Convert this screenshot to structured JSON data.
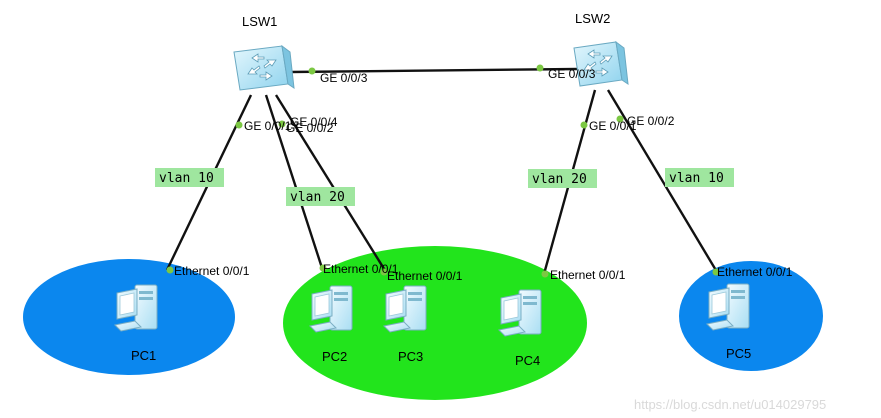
{
  "colors": {
    "link": "#111111",
    "port_dot": "#7cc843",
    "vlan_tag_bg": "#9fe69f",
    "zone_blue": "#0b87ee",
    "zone_green": "#22e41c",
    "switch_body": "#b9e6f7",
    "pc_body": "#cdeefb"
  },
  "switches": [
    {
      "id": "LSW1",
      "label": "LSW1"
    },
    {
      "id": "LSW2",
      "label": "LSW2"
    }
  ],
  "pcs": [
    {
      "id": "PC1",
      "label": "PC1"
    },
    {
      "id": "PC2",
      "label": "PC2"
    },
    {
      "id": "PC3",
      "label": "PC3"
    },
    {
      "id": "PC4",
      "label": "PC4"
    },
    {
      "id": "PC5",
      "label": "PC5"
    }
  ],
  "ports": {
    "lsw1_ge003": "GE 0/0/3",
    "lsw2_ge003": "GE 0/0/3",
    "lsw1_ge001": "GE 0/0/1",
    "lsw1_ge004": "GE 0/0/4",
    "lsw1_ge002": "GE 0/0/2",
    "lsw2_ge001": "GE 0/0/1",
    "lsw2_ge002": "GE 0/0/2",
    "pc1_eth": "Ethernet 0/0/1",
    "pc2_eth": "Ethernet 0/0/1",
    "pc3_eth": "Ethernet 0/0/1",
    "pc4_eth": "Ethernet 0/0/1",
    "pc5_eth": "Ethernet 0/0/1"
  },
  "vlans": {
    "pc1": "vlan 10",
    "pc2": "vlan 20",
    "pc4": "vlan 20",
    "pc5": "vlan 10"
  },
  "links": [
    {
      "from": "LSW1",
      "to": "LSW2",
      "from_port": "GE 0/0/3",
      "to_port": "GE 0/0/3"
    },
    {
      "from": "LSW1",
      "to": "PC1",
      "from_port": "GE 0/0/1",
      "to_port": "Ethernet 0/0/1",
      "vlan": "vlan 10"
    },
    {
      "from": "LSW1",
      "to": "PC2",
      "from_port": "GE 0/0/2",
      "to_port": "Ethernet 0/0/1",
      "vlan": "vlan 20"
    },
    {
      "from": "LSW1",
      "to": "PC3",
      "from_port": "GE 0/0/4",
      "to_port": "Ethernet 0/0/1"
    },
    {
      "from": "LSW2",
      "to": "PC4",
      "from_port": "GE 0/0/1",
      "to_port": "Ethernet 0/0/1",
      "vlan": "vlan 20"
    },
    {
      "from": "LSW2",
      "to": "PC5",
      "from_port": "GE 0/0/2",
      "to_port": "Ethernet 0/0/1",
      "vlan": "vlan 10"
    }
  ],
  "watermark": "https://blog.csdn.net/u014029795"
}
